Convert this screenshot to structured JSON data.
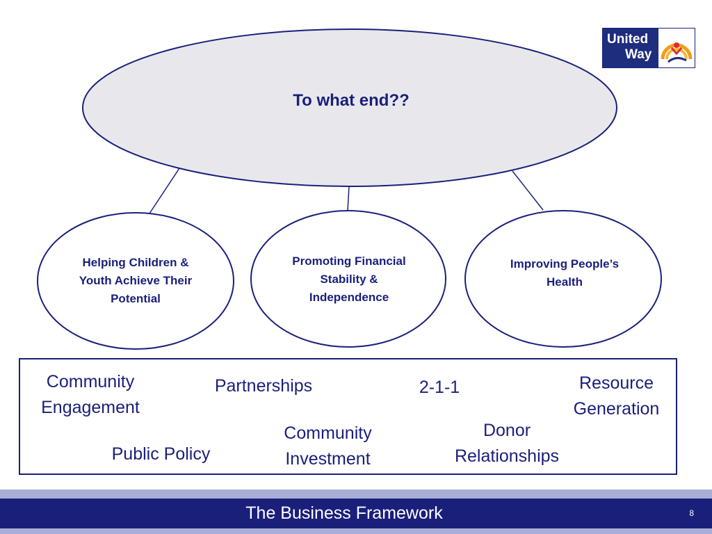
{
  "main_question": "To what end??",
  "goals": [
    {
      "line1": "Helping Children &",
      "line2": "Youth Achieve Their",
      "line3": "Potential"
    },
    {
      "line1": "Promoting Financial",
      "line2": "Stability &",
      "line3": "Independence"
    },
    {
      "line1": "Improving People’s",
      "line2": "Health"
    }
  ],
  "framework_items": {
    "community_engagement": {
      "line1": "Community",
      "line2": "Engagement"
    },
    "partnerships": "Partnerships",
    "two_one_one": "2-1-1",
    "resource_generation": {
      "line1": "Resource",
      "line2": "Generation"
    },
    "community_investment": {
      "line1": "Community",
      "line2": "Investment"
    },
    "donor_relationships": {
      "line1": "Donor",
      "line2": "Relationships"
    },
    "public_policy": "Public Policy"
  },
  "logo": {
    "line1": "United",
    "line2": "Way",
    "icon": "united-way-hand-rainbow-icon"
  },
  "footer": {
    "title": "The Business Framework",
    "page_number": "8"
  },
  "colors": {
    "navy": "#1a1f7a",
    "ellipse_fill": "#e8e8ec",
    "stripe": "#a9aed6",
    "logo_orange": "#f39c1f",
    "logo_red": "#e02b2b"
  }
}
